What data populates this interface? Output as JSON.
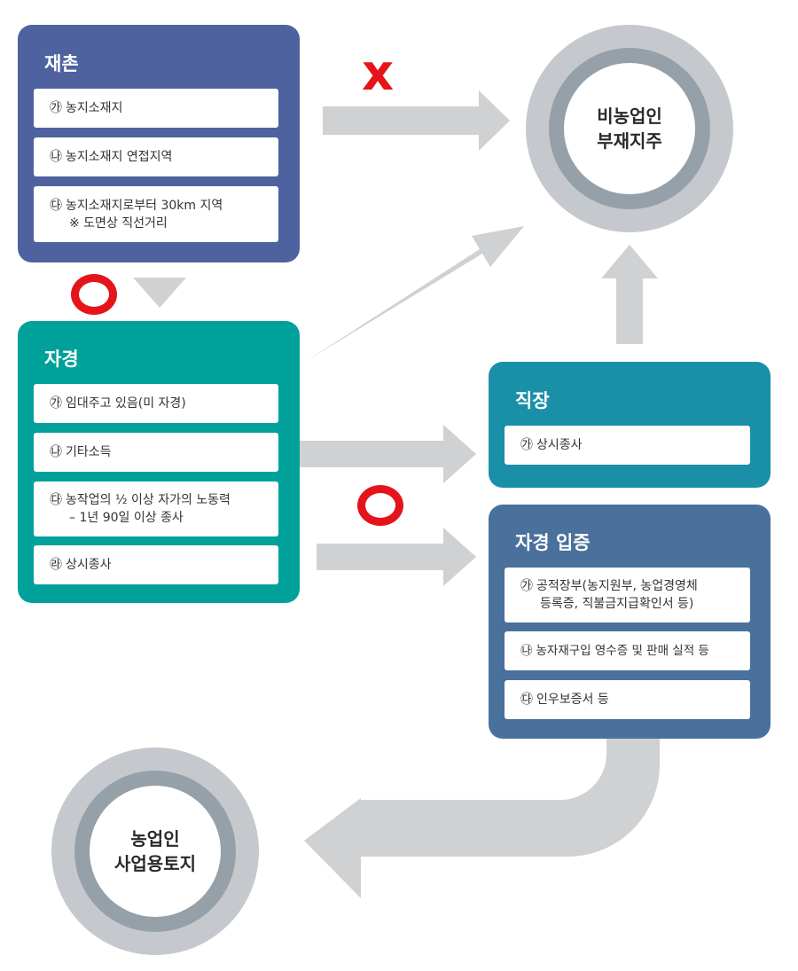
{
  "panels": {
    "jaechon": {
      "title": "재촌",
      "color": "#4e62a0",
      "items": [
        {
          "mark": "㉮",
          "text": "농지소재지"
        },
        {
          "mark": "㉯",
          "text": "농지소재지 연접지역"
        },
        {
          "mark": "㉰",
          "text": "농지소재지로부터 30km 지역",
          "text2": "※ 도면상 직선거리"
        }
      ]
    },
    "jagyeong": {
      "title": "자경",
      "color": "#00a19a",
      "items": [
        {
          "mark": "㉮",
          "text": "임대주고 있음(미 자경)"
        },
        {
          "mark": "㉯",
          "text": "기타소득"
        },
        {
          "mark": "㉰",
          "text": "농작업의 ½ 이상 자가의 노동력",
          "text2": "– 1년 90일 이상 종사"
        },
        {
          "mark": "㉱",
          "text": "상시종사"
        }
      ]
    },
    "jikjang": {
      "title": "직장",
      "color": "#1a8fa8",
      "items": [
        {
          "mark": "㉮",
          "text": "상시종사"
        }
      ]
    },
    "jagyeong_ipjeung": {
      "title": "자경 입증",
      "color": "#4a709c",
      "items": [
        {
          "mark": "㉮",
          "text": "공적장부(농지원부, 농업경영체",
          "text2": "등록증, 직불금지급확인서 등)"
        },
        {
          "mark": "㉯",
          "text": "농자재구입 영수증 및 판매 실적 등"
        },
        {
          "mark": "㉰",
          "text": "인우보증서 등"
        }
      ]
    }
  },
  "circles": {
    "non_farmer": {
      "line1": "비농업인",
      "line2": "부재지주"
    },
    "farmer": {
      "line1": "농업인",
      "line2": "사업용토지"
    }
  },
  "marks": {
    "x_symbol": "x",
    "accent_red": "#e5141b",
    "arrow_gray": "#cfd1d3"
  }
}
